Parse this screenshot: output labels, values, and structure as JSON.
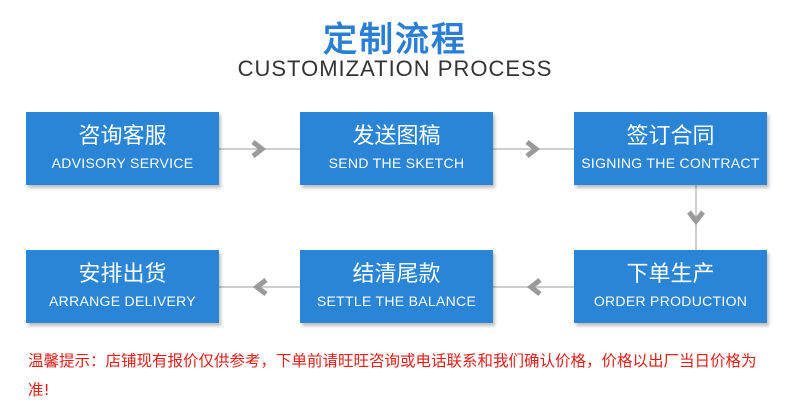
{
  "title": {
    "cn": "定制流程",
    "en": "CUSTOMIZATION PROCESS"
  },
  "steps": [
    {
      "cn": "咨询客服",
      "en": "ADVISORY SERVICE"
    },
    {
      "cn": "发送图稿",
      "en": "SEND THE SKETCH"
    },
    {
      "cn": "签订合同",
      "en": "SIGNING THE CONTRACT"
    },
    {
      "cn": "下单生产",
      "en": "ORDER PRODUCTION"
    },
    {
      "cn": "结清尾款",
      "en": "SETTLE THE BALANCE"
    },
    {
      "cn": "安排出货",
      "en": "ARRANGE DELIVERY"
    }
  ],
  "note": "温馨提示：店铺现有报价仅供参考，下单前请旺旺咨询或电话联系和我们确认价格，价格以出厂当日价格为准!",
  "colors": {
    "box": "#2a85d6",
    "title": "#2a7fd4",
    "arrow": "#9a9a9a",
    "line": "#cfcfcf",
    "note": "#e0201b"
  },
  "icons": {
    "flow_arrow": "chevron-arrow-icon"
  }
}
